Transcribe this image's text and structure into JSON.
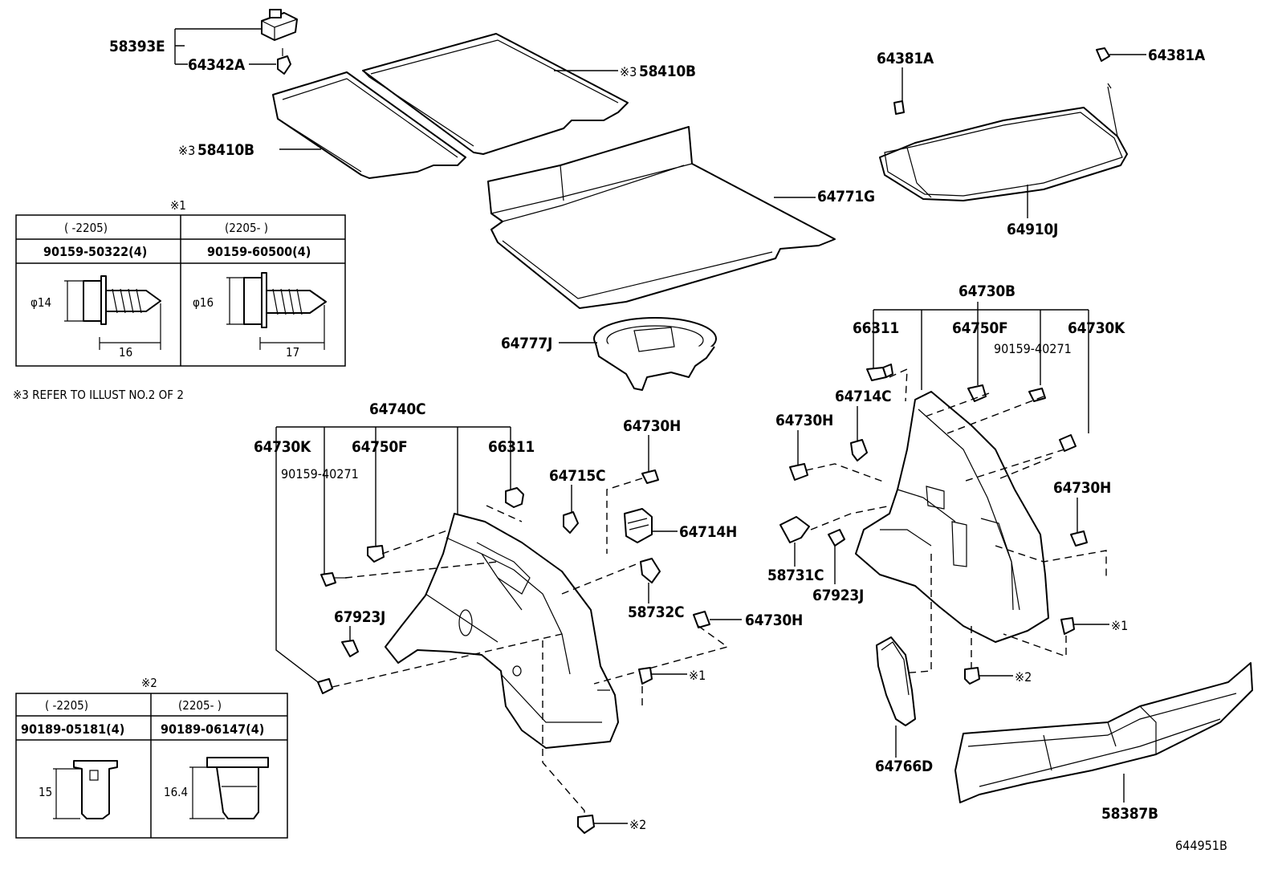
{
  "labels": {
    "p58393E": "58393E",
    "p64342A": "64342A",
    "p58410B_top": "58410B",
    "p58410B_left": "58410B",
    "p64771G": "64771G",
    "p64381A_l": "64381A",
    "p64381A_r": "64381A",
    "p64910J": "64910J",
    "p64777J": "64777J",
    "p64730B": "64730B",
    "p66311_r": "66311",
    "p64750F_r": "64750F",
    "p64730K_r": "64730K",
    "p90159_r": "90159-40271",
    "p64714C": "64714C",
    "p64730H_r1": "64730H",
    "p64730H_r2": "64730H",
    "p58731C": "58731C",
    "p67923J_r": "67923J",
    "p64766D": "64766D",
    "p58387B": "58387B",
    "p64740C": "64740C",
    "p64730K_l": "64730K",
    "p64750F_l": "64750F",
    "p66311_l": "66311",
    "p90159_l": "90159-40271",
    "p64730H_l1": "64730H",
    "p64715C": "64715C",
    "p64714H": "64714H",
    "p67923J_l": "67923J",
    "p58732C": "58732C",
    "p64730H_l2": "64730H",
    "ref_note1_a": "※1",
    "ref_note1_b": "※1",
    "ref_note2_a": "※2",
    "ref_note2_b": "※2",
    "ref_note3_a": "※3",
    "ref_note3_b": "※3",
    "illust_code": "644951B"
  },
  "note3": "※3 REFER TO ILLUST NO.2 OF 2",
  "table1": {
    "title": "※1",
    "col1_range": "(     -2205)",
    "col2_range": "(2205-      )",
    "col1_part": "90159-50322(4)",
    "col2_part": "90159-60500(4)",
    "col1_dia": "φ14",
    "col2_dia": "φ16",
    "col1_len": "16",
    "col2_len": "17"
  },
  "table2": {
    "title": "※2",
    "col1_range": "(     -2205)",
    "col2_range": "(2205-      )",
    "col1_part": "90189-05181(4)",
    "col2_part": "90189-06147(4)",
    "col1_h": "15",
    "col2_h": "16.4"
  }
}
